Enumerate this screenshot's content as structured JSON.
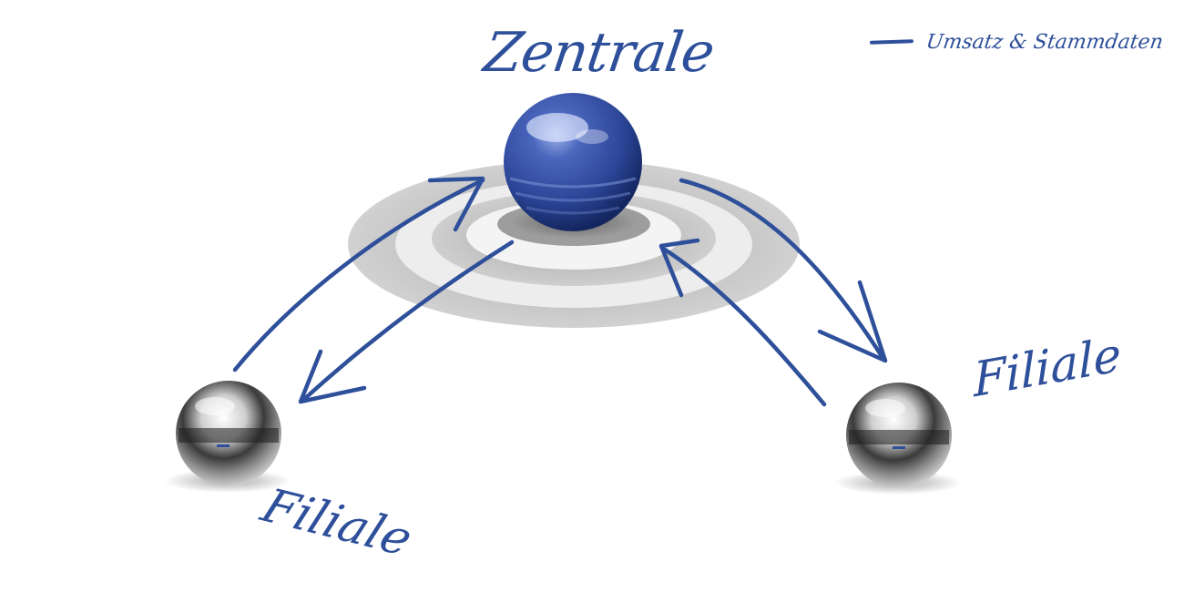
{
  "diagram": {
    "central_label": "Zentrale",
    "branch_left_label": "Filiale",
    "branch_right_label": "Filiale",
    "legend_text": "Umsatz & Stammdaten"
  },
  "colors": {
    "ink": "#2e4f9a",
    "central_sphere": "#3550a6",
    "branch_sphere": "#b8b8b8",
    "target_rings": "#bdbdbd"
  },
  "icons": {
    "central_node": "blue-sphere",
    "branch_nodes": "chrome-sphere",
    "flows": "hand-drawn-arrow"
  }
}
